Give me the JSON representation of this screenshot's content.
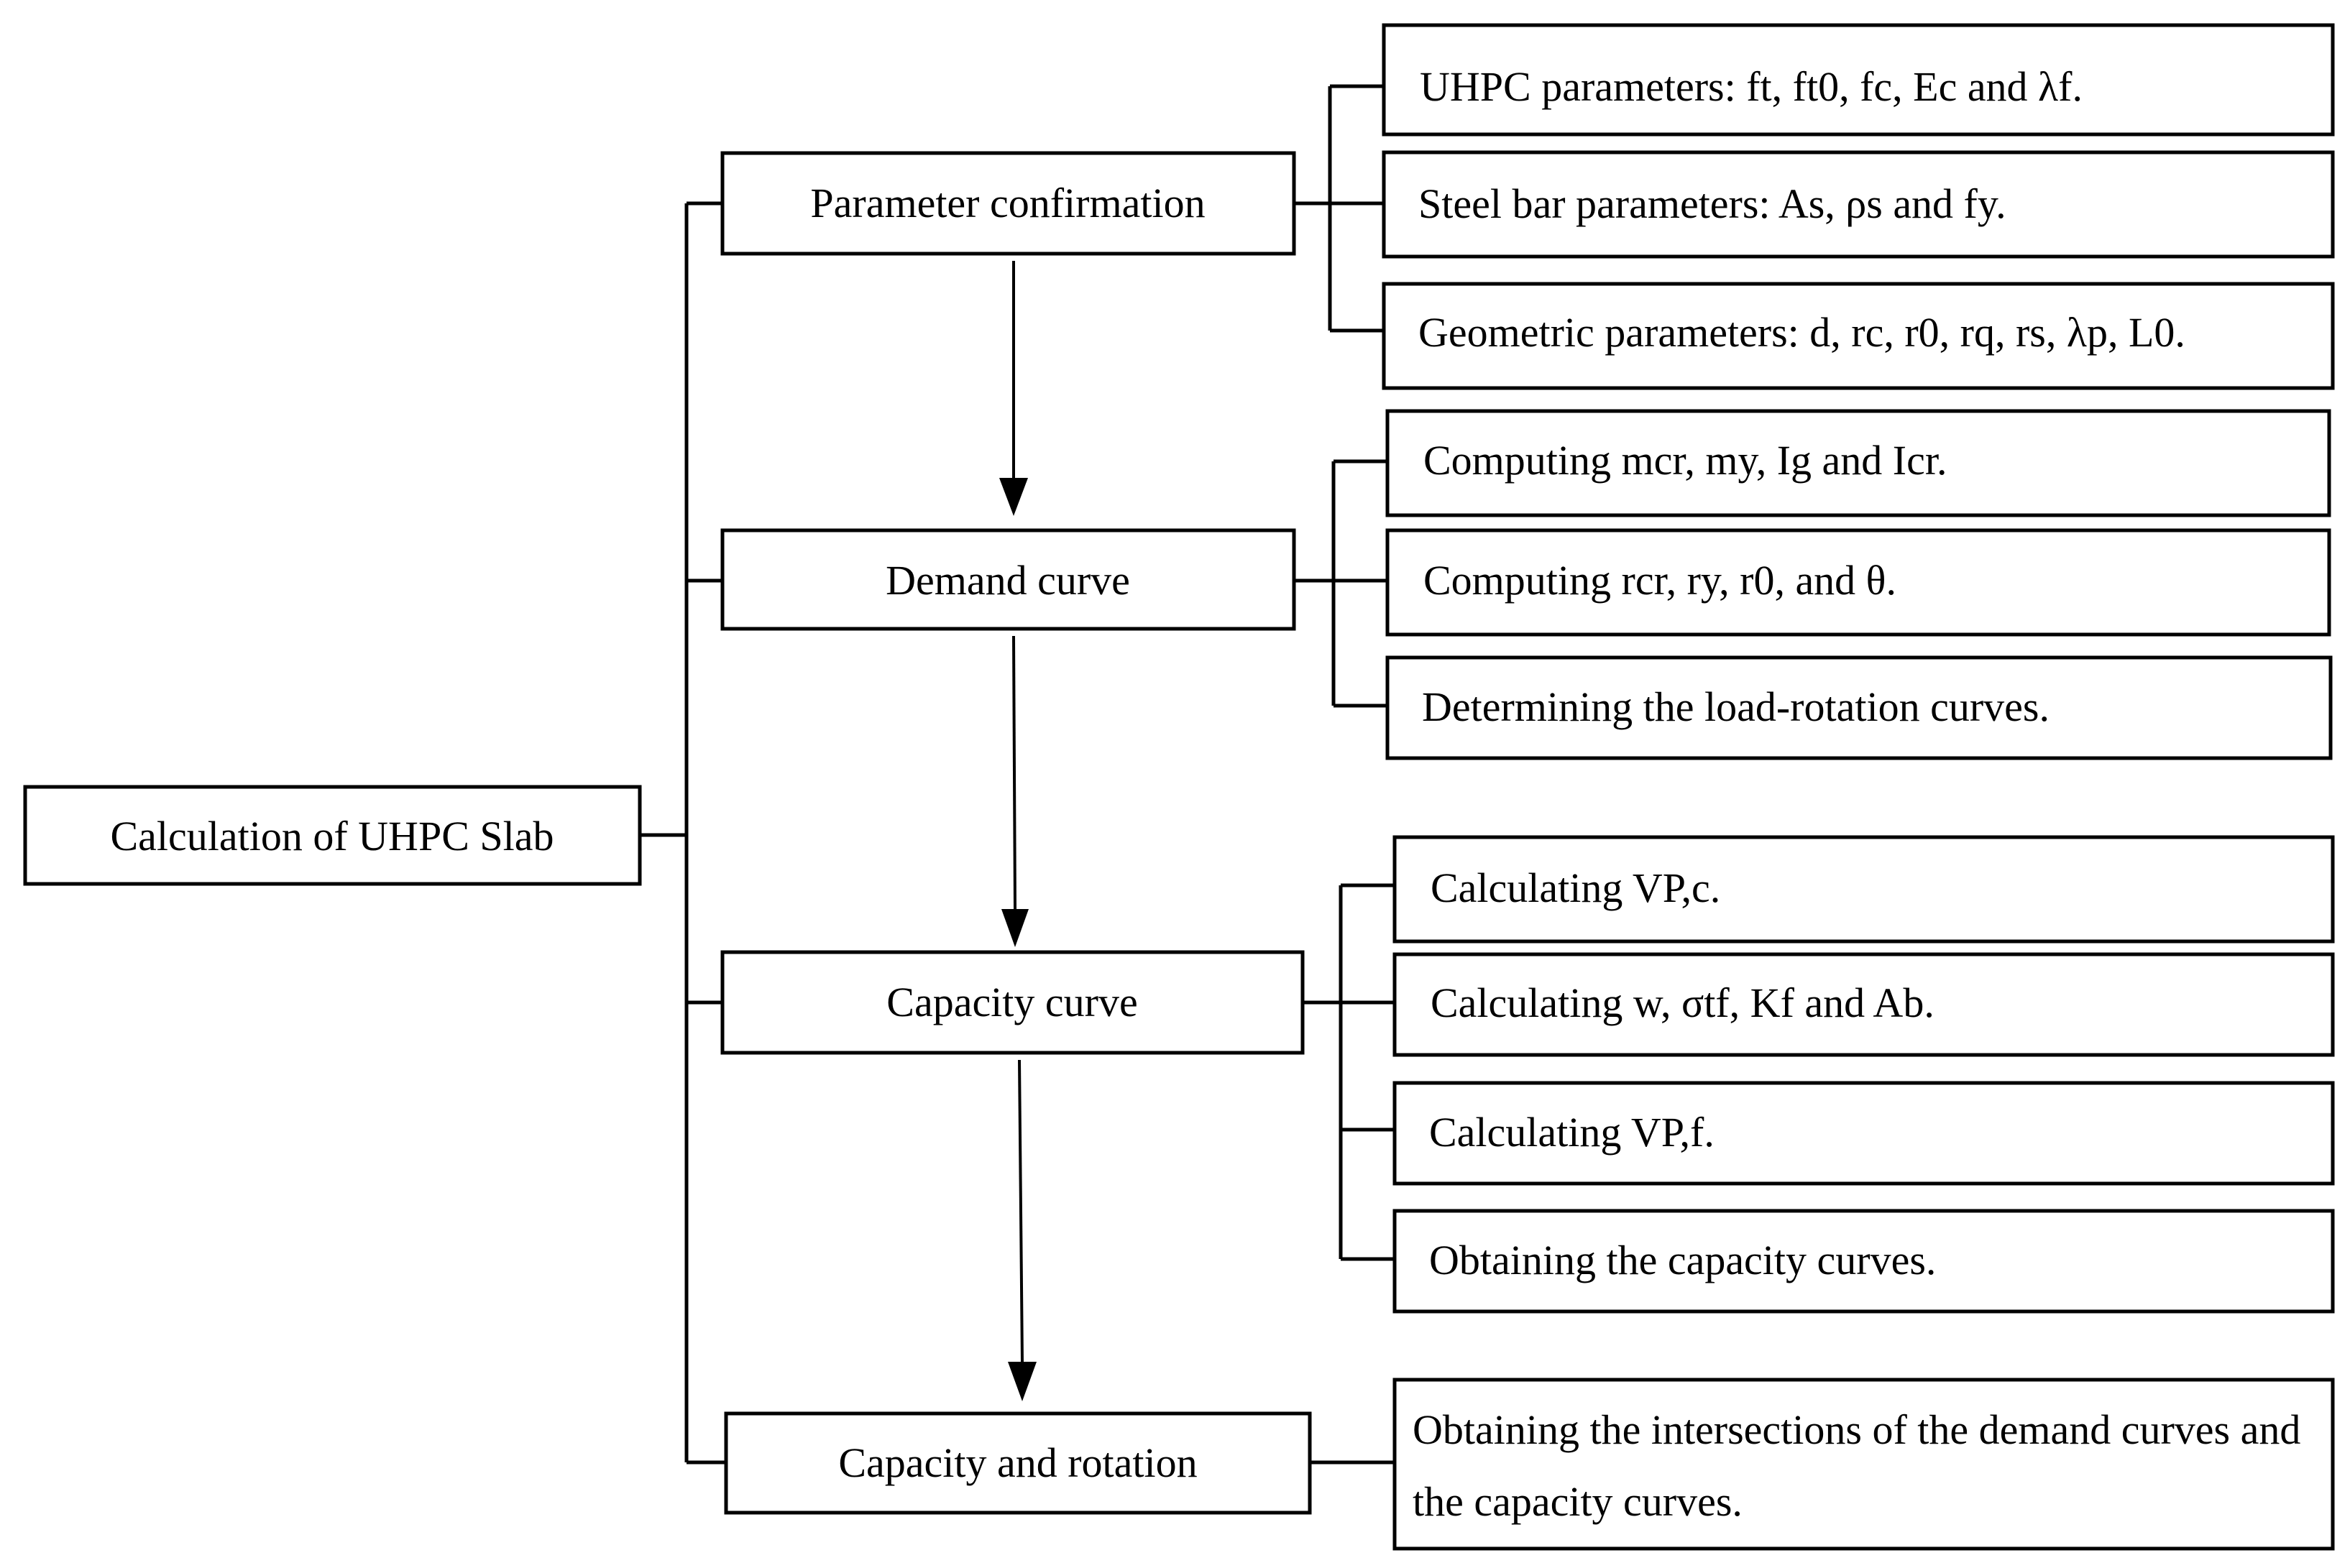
{
  "root": {
    "label": "Calculation of UHPC Slab"
  },
  "stages": [
    {
      "label": "Parameter confirmation",
      "details": [
        "UHPC parameters: ft, ft0, fc, Ec and λf.",
        "Steel bar parameters: As, ρs and fy.",
        "Geometric parameters: d, rc, r0, rq, rs, λp, L0."
      ]
    },
    {
      "label": "Demand curve",
      "details": [
        "Computing mcr, my, Ig and Icr.",
        "Computing rcr, ry, r0, and θ.",
        "Determining the load-rotation curves."
      ]
    },
    {
      "label": "Capacity curve",
      "details": [
        "Calculating VP,c.",
        "Calculating w, σtf, Kf and Ab.",
        "Calculating VP,f.",
        "Obtaining the capacity curves."
      ]
    },
    {
      "label": "Capacity and rotation",
      "details": [
        "Obtaining the intersections of the demand curves and the capacity curves."
      ]
    }
  ]
}
